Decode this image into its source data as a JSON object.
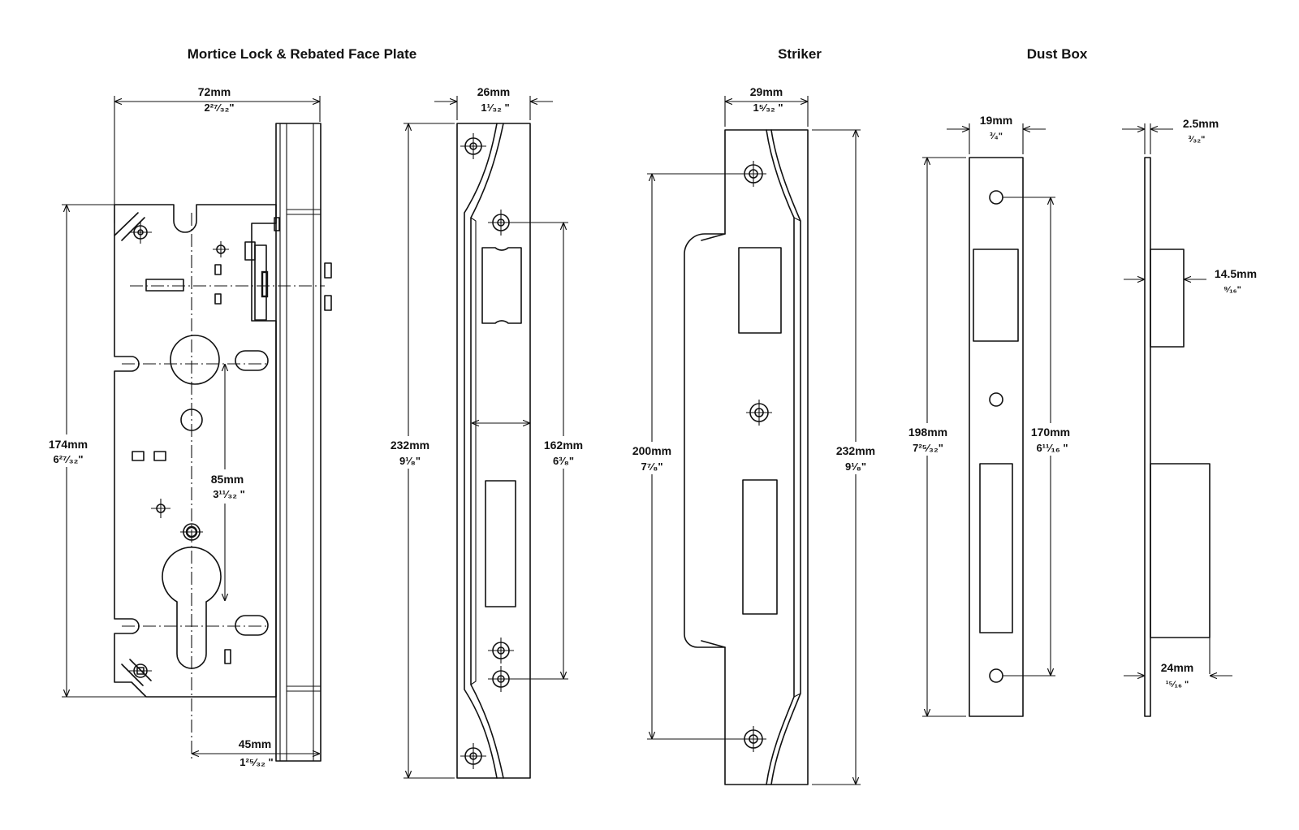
{
  "titles": {
    "mortice": "Mortice Lock & Rebated Face Plate",
    "striker": "Striker",
    "dust_box": "Dust Box"
  },
  "dimensions": {
    "lock_width": {
      "mm": "72mm",
      "inch": "2²⁷⁄₃₂\""
    },
    "lock_height": {
      "mm": "174mm",
      "inch": "6²⁷⁄₃₂\""
    },
    "centres": {
      "mm": "85mm",
      "inch": "3¹¹⁄₃₂ \""
    },
    "backset": {
      "mm": "45mm",
      "inch": "1²⁵⁄₃₂ \""
    },
    "face_width": {
      "mm": "26mm",
      "inch": "1¹⁄₃₂ \""
    },
    "face_height": {
      "mm": "232mm",
      "inch": "9¹⁄₈\""
    },
    "face_fixings": {
      "mm": "162mm",
      "inch": "6³⁄₈\""
    },
    "striker_width": {
      "mm": "29mm",
      "inch": "1⁵⁄₃₂ \""
    },
    "striker_fixings": {
      "mm": "200mm",
      "inch": "7⁷⁄₈\""
    },
    "striker_height": {
      "mm": "232mm",
      "inch": "9¹⁄₈\""
    },
    "dust_width": {
      "mm": "19mm",
      "inch": "³⁄₄\""
    },
    "dust_height": {
      "mm": "198mm",
      "inch": "7²⁵⁄₃₂\""
    },
    "dust_fixings": {
      "mm": "170mm",
      "inch": "6¹¹⁄₁₆ \""
    },
    "dust_plate": {
      "mm": "2.5mm",
      "inch": "³⁄₃₂\""
    },
    "dust_depth_a": {
      "mm": "14.5mm",
      "inch": "⁹⁄₁₆\""
    },
    "dust_depth_b": {
      "mm": "24mm",
      "inch": "¹⁵⁄₁₆ \""
    }
  }
}
